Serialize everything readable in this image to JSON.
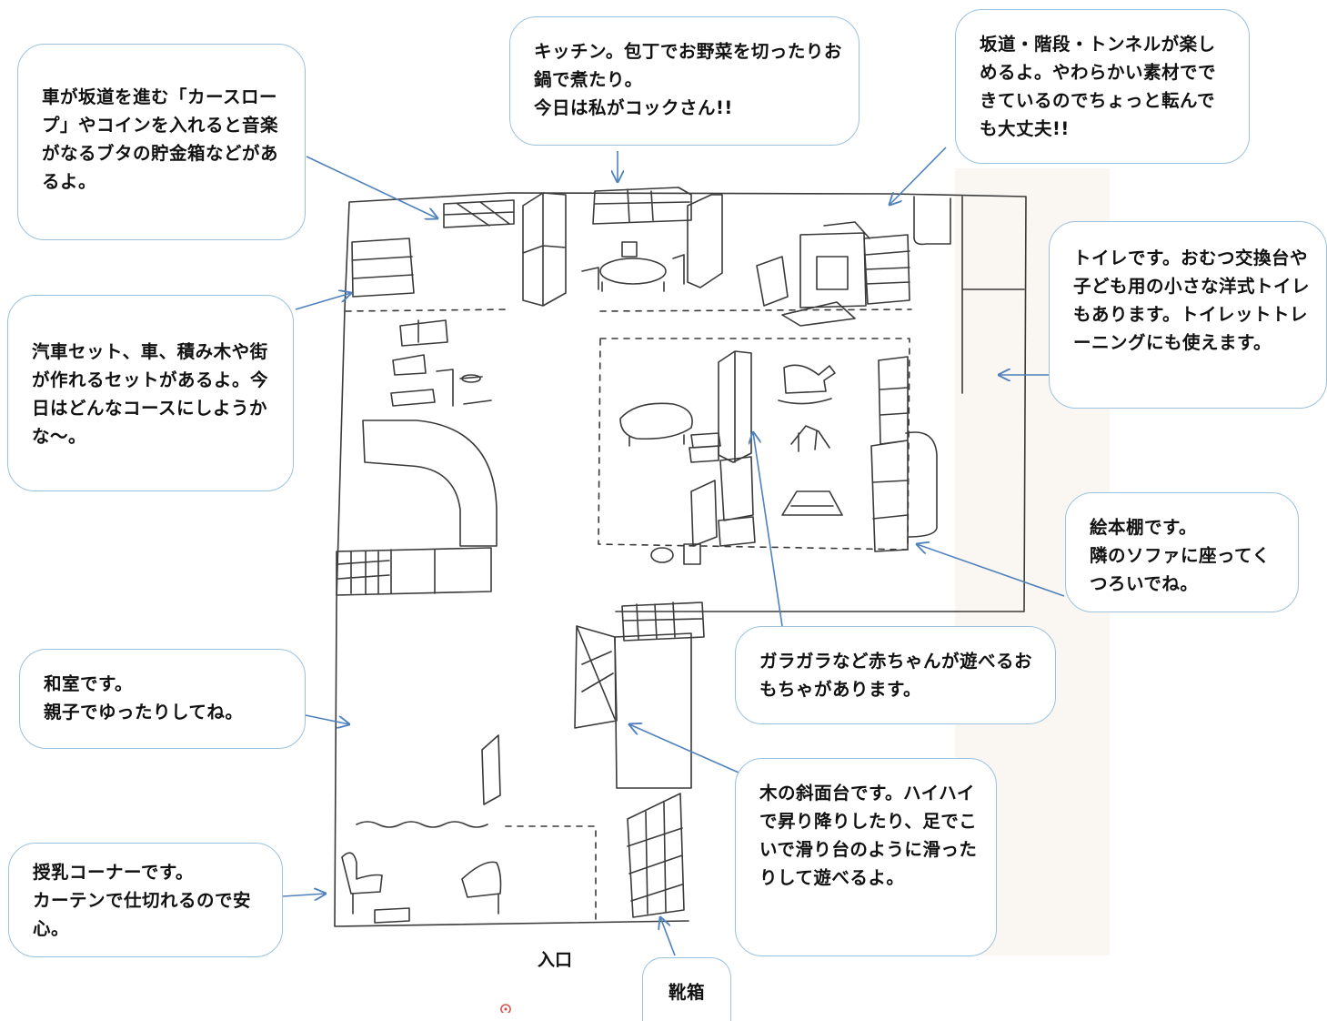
{
  "callouts": {
    "kitchen": "キッチン。包丁でお野菜を切ったりお鍋で煮たり。\n今日は私がコックさん!!",
    "car_slope": "車が坂道を進む「カースロープ」やコインを入れると音楽がなるブタの貯金箱などがあるよ。",
    "slopes": "坂道・階段・トンネルが楽しめるよ。やわらかい素材でできているのでちょっと転んでも大丈夫!!",
    "trains": "汽車セット、車、積み木や街が作れるセットがあるよ。今日はどんなコースにしようかな～。",
    "toilet": "トイレです。おむつ交換台や子ども用の小さな洋式トイレもあります。トイレットトレーニングにも使えます。",
    "bookshelf": "絵本棚です。\n隣のソファに座ってくつろいでね。",
    "rattle": "ガラガラなど赤ちゃんが遊べるおもちゃがあります。",
    "washitsu": "和室です。\n親子でゆったりしてね。",
    "slide": "木の斜面台です。ハイハイで昇り降りしたり、足でこいで滑り台のように滑ったりして遊べるよ。",
    "nursing": "授乳コーナーです。\nカーテンで仕切れるので安心。",
    "shoe_box": "靴箱"
  },
  "labels": {
    "entrance": "入口"
  },
  "colors": {
    "arrow": "#4f81bd",
    "callout_border": "#9bc2de",
    "sketch_line": "#3a3a3a",
    "marker_pin": "#d9534f"
  }
}
